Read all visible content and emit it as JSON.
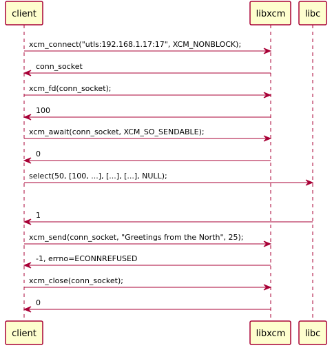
{
  "participants": [
    {
      "id": "client",
      "label": "client"
    },
    {
      "id": "libxcm",
      "label": "libxcm"
    },
    {
      "id": "libc",
      "label": "libc"
    }
  ],
  "messages": [
    {
      "from": "client",
      "to": "libxcm",
      "text": "xcm_connect(\"utls:192.168.1.17:17\", XCM_NONBLOCK);"
    },
    {
      "from": "libxcm",
      "to": "client",
      "text": "conn_socket"
    },
    {
      "from": "client",
      "to": "libxcm",
      "text": "xcm_fd(conn_socket);"
    },
    {
      "from": "libxcm",
      "to": "client",
      "text": "100"
    },
    {
      "from": "client",
      "to": "libxcm",
      "text": "xcm_await(conn_socket, XCM_SO_SENDABLE);"
    },
    {
      "from": "libxcm",
      "to": "client",
      "text": "0"
    },
    {
      "from": "client",
      "to": "libc",
      "text": "select(50, [100, ...], [...], [...], NULL);"
    },
    {
      "from": "libc",
      "to": "client",
      "text": "1"
    },
    {
      "from": "client",
      "to": "libxcm",
      "text": "xcm_send(conn_socket, \"Greetings from the North\", 25);"
    },
    {
      "from": "libxcm",
      "to": "client",
      "text": "-1, errno=ECONNREFUSED"
    },
    {
      "from": "client",
      "to": "libxcm",
      "text": "xcm_close(conn_socket);"
    },
    {
      "from": "libxcm",
      "to": "client",
      "text": "0"
    }
  ],
  "colors": {
    "border": "#A80036",
    "box_fill": "#FEFECE",
    "text": "#000000"
  }
}
